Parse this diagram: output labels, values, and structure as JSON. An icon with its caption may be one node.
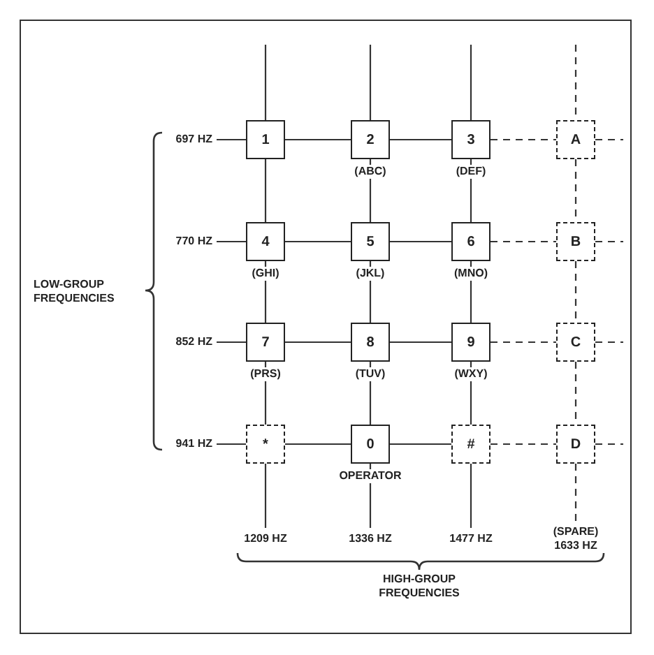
{
  "diagram": {
    "nodes": [
      {
        "text": [
          "697 HZ"
        ]
      },
      {
        "text": [
          "770 HZ"
        ]
      },
      {
        "text": [
          "852 HZ"
        ]
      },
      {
        "text": [
          "941 HZ"
        ]
      },
      {
        "text": [
          "1"
        ]
      },
      {
        "text": [
          "2"
        ],
        "beside": [
          "(ABC)"
        ]
      },
      {
        "text": [
          "3"
        ],
        "beside": [
          "(DEF)"
        ]
      },
      {
        "text": [
          "A"
        ]
      },
      {
        "text": [
          "4"
        ],
        "beside": [
          "(GHI)"
        ]
      },
      {
        "text": [
          "5"
        ],
        "beside": [
          "(JKL)"
        ]
      },
      {
        "text": [
          "6"
        ],
        "beside": [
          "(MNO)"
        ]
      },
      {
        "text": [
          "B"
        ]
      },
      {
        "text": [
          "7"
        ],
        "beside": [
          "(PRS)"
        ]
      },
      {
        "text": [
          "8"
        ],
        "beside": [
          "(TUV)"
        ]
      },
      {
        "text": [
          "9"
        ],
        "beside": [
          "(WXY)"
        ]
      },
      {
        "text": [
          "C"
        ]
      },
      {
        "text": [
          "*"
        ]
      },
      {
        "text": [
          "0"
        ],
        "beside": [
          "OPERATOR"
        ]
      },
      {
        "text": [
          "#"
        ]
      },
      {
        "text": [
          "D"
        ]
      },
      {
        "text": [
          "1209 HZ"
        ]
      },
      {
        "text": [
          "1336 HZ"
        ]
      },
      {
        "text": [
          "1477 HZ"
        ]
      },
      {
        "text": [
          "(SPARE) 1633 HZ"
        ]
      }
    ],
    "edges": [
      {
        "from": 0,
        "to": 4,
        "arrow": "none"
      },
      {
        "from": 4,
        "to": 5,
        "arrow": "none"
      },
      {
        "from": 5,
        "to": 6,
        "arrow": "none"
      },
      {
        "from": 6,
        "to": 7,
        "arrow": "none",
        "style": "dashed"
      },
      {
        "from": 7,
        "to": null,
        "arrow": "none",
        "style": "dashed"
      },
      {
        "from": 1,
        "to": 8,
        "arrow": "none"
      },
      {
        "from": 8,
        "to": 9,
        "arrow": "none"
      },
      {
        "from": 9,
        "to": 10,
        "arrow": "none"
      },
      {
        "from": 10,
        "to": 11,
        "arrow": "none",
        "style": "dashed"
      },
      {
        "from": 11,
        "to": null,
        "arrow": "none",
        "style": "dashed"
      },
      {
        "from": 2,
        "to": 12,
        "arrow": "none"
      },
      {
        "from": 12,
        "to": 13,
        "arrow": "none"
      },
      {
        "from": 13,
        "to": 14,
        "arrow": "none"
      },
      {
        "from": 14,
        "to": 15,
        "arrow": "none",
        "style": "dashed"
      },
      {
        "from": 15,
        "to": null,
        "arrow": "none",
        "style": "dashed"
      },
      {
        "from": 3,
        "to": 16,
        "arrow": "none"
      },
      {
        "from": 16,
        "to": 17,
        "arrow": "none"
      },
      {
        "from": 17,
        "to": 18,
        "arrow": "none"
      },
      {
        "from": 18,
        "to": 19,
        "arrow": "none",
        "style": "dashed"
      },
      {
        "from": 19,
        "to": null,
        "arrow": "none",
        "style": "dashed"
      },
      {
        "from": null,
        "to": 4,
        "arrow": "none"
      },
      {
        "from": 4,
        "to": 8,
        "arrow": "none"
      },
      {
        "from": 8,
        "to": 12,
        "arrow": "none"
      },
      {
        "from": 12,
        "to": 16,
        "arrow": "none"
      },
      {
        "from": 16,
        "to": 20,
        "arrow": "none"
      },
      {
        "from": null,
        "to": 5,
        "arrow": "none"
      },
      {
        "from": 5,
        "to": 9,
        "arrow": "none"
      },
      {
        "from": 9,
        "to": 13,
        "arrow": "none"
      },
      {
        "from": 13,
        "to": 17,
        "arrow": "none"
      },
      {
        "from": 17,
        "to": 21,
        "arrow": "none"
      },
      {
        "from": null,
        "to": 6,
        "arrow": "none"
      },
      {
        "from": 6,
        "to": 10,
        "arrow": "none"
      },
      {
        "from": 10,
        "to": 14,
        "arrow": "none"
      },
      {
        "from": 14,
        "to": 18,
        "arrow": "none"
      },
      {
        "from": 18,
        "to": 22,
        "arrow": "none"
      },
      {
        "from": null,
        "to": 7,
        "arrow": "none",
        "style": "dashed"
      },
      {
        "from": 7,
        "to": 11,
        "arrow": "none",
        "style": "dashed"
      },
      {
        "from": 11,
        "to": 15,
        "arrow": "none",
        "style": "dashed"
      },
      {
        "from": 15,
        "to": 19,
        "arrow": "none",
        "style": "dashed"
      },
      {
        "from": 19,
        "to": 23,
        "arrow": "none",
        "style": "dashed"
      }
    ],
    "labels": [
      "LOW-GROUP FREQUENCIES",
      "HIGH-GROUP FREQUENCIES"
    ]
  }
}
